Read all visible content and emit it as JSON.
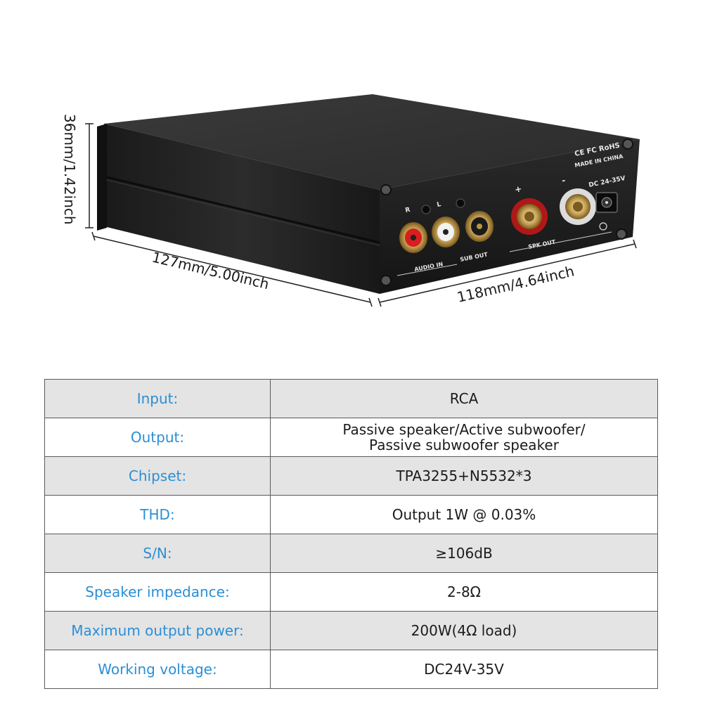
{
  "dimensions": {
    "height": "36mm/1.42inch",
    "length": "127mm/5.00inch",
    "depth": "118mm/4.64inch"
  },
  "panel": {
    "cert_marks": "CE FC RoHS",
    "made_in": "MADE IN CHINA",
    "power_input": "DC 24-35V",
    "channel_r": "R",
    "channel_l": "L",
    "audio_in": "AUDIO IN",
    "sub_out": "SUB OUT",
    "spk_out": "SPK OUT",
    "plus": "+",
    "minus": "-"
  },
  "specs": [
    {
      "label": "Input:",
      "value": "RCA"
    },
    {
      "label": "Output:",
      "value": "Passive speaker/Active subwoofer/\nPassive subwoofer speaker"
    },
    {
      "label": "Chipset:",
      "value": "TPA3255+N5532*3"
    },
    {
      "label": "THD:",
      "value": "Output 1W @ 0.03%"
    },
    {
      "label": "S/N:",
      "value": "≥106dB"
    },
    {
      "label": "Speaker impedance:",
      "value": "2-8Ω"
    },
    {
      "label": "Maximum output power:",
      "value": "200W(4Ω load)"
    },
    {
      "label": "Working voltage:",
      "value": "DC24V-35V"
    }
  ],
  "colors": {
    "label_text": "#2a8fd6",
    "stripe_gray": "#e4e4e4",
    "chassis": "#1e1e1e"
  }
}
